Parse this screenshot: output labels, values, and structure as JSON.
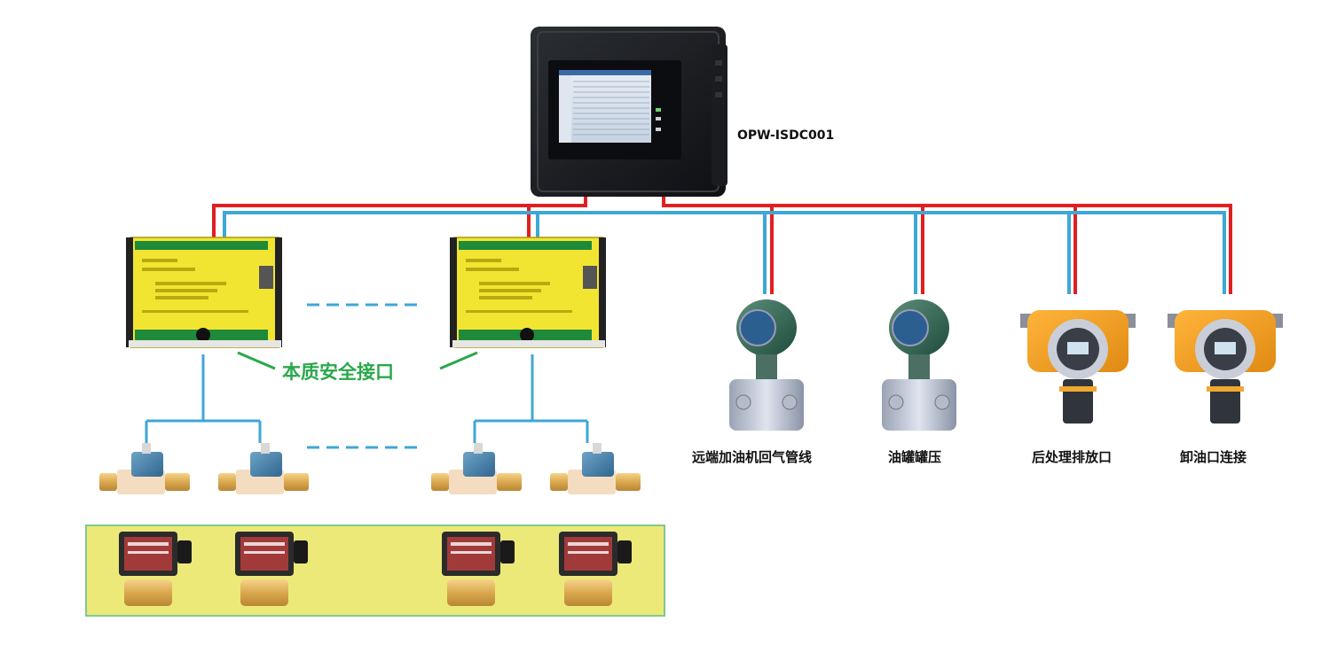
{
  "controller": {
    "model": "OPW-ISDC001"
  },
  "interface_label": "本质安全接口",
  "devices": [
    {
      "label": "远端加油机回气管线"
    },
    {
      "label": "油罐罐压"
    },
    {
      "label": "后处理排放口"
    },
    {
      "label": "卸油口连接"
    }
  ],
  "colors": {
    "line_red": "#e02020",
    "line_blue": "#3fa7d6",
    "bracket_green": "#2aa84a",
    "board_yellow": "#f2e531",
    "valve_panel": "#ece978",
    "valve_panel_border": "#7fc98f"
  }
}
